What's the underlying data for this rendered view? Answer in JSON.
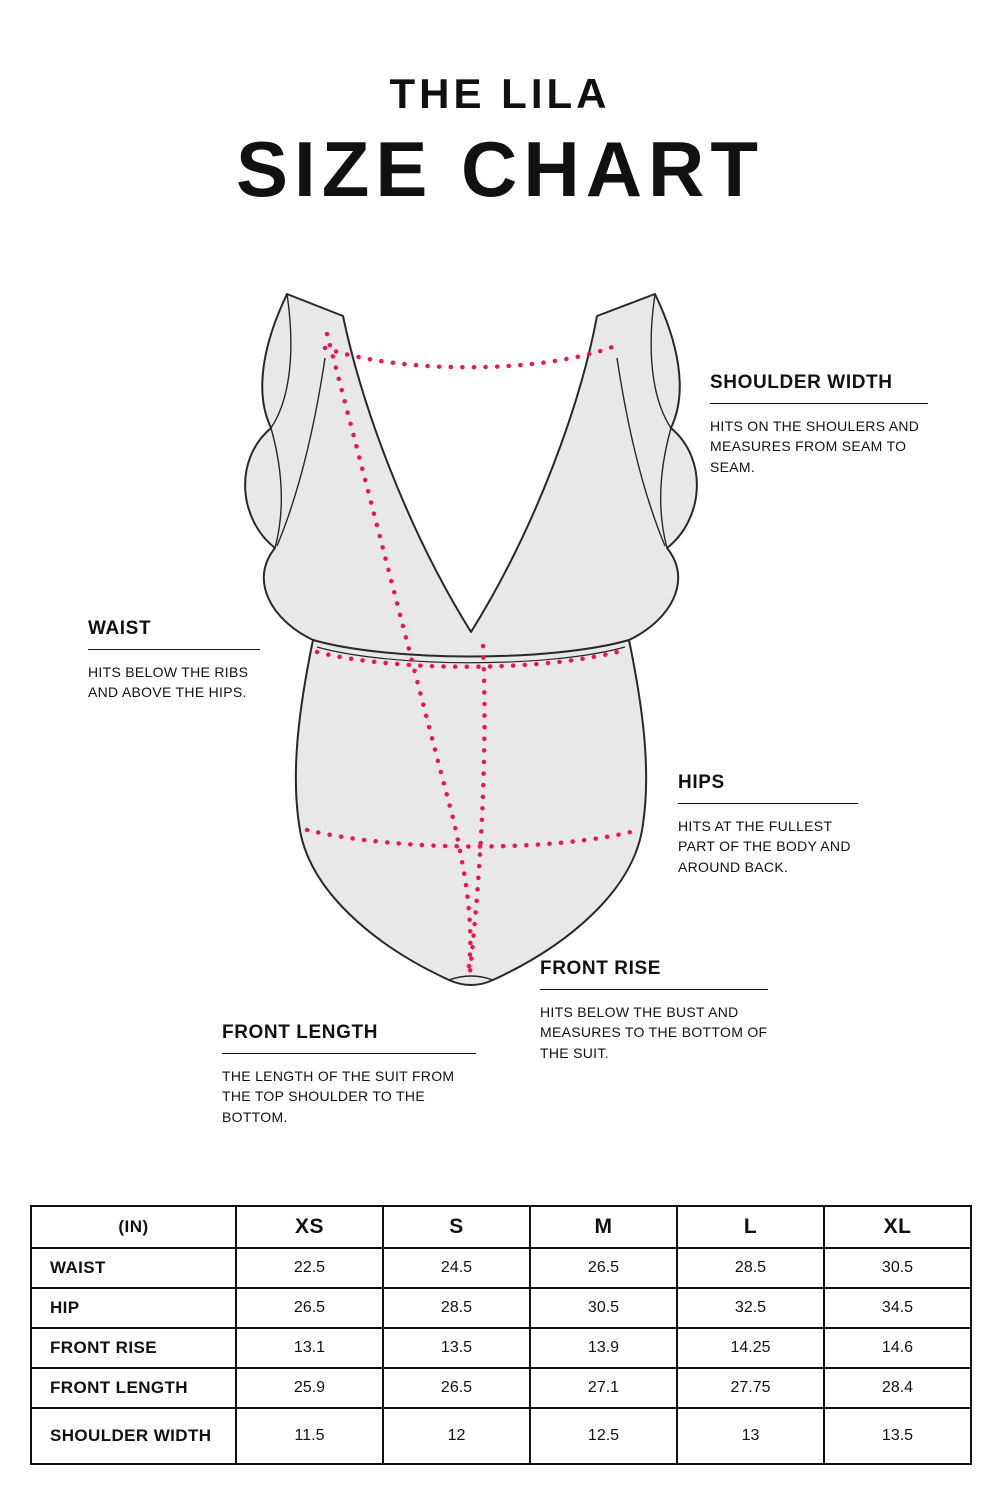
{
  "title": {
    "line1": "THE LILA",
    "line2": "SIZE CHART"
  },
  "annotations": {
    "shoulder_width": {
      "heading": "SHOULDER WIDTH",
      "desc": "HITS ON THE SHOULERS AND MEASURES FROM SEAM TO SEAM."
    },
    "waist": {
      "heading": "WAIST",
      "desc": "HITS BELOW THE RIBS AND ABOVE THE HIPS."
    },
    "hips": {
      "heading": "HIPS",
      "desc": "HITS AT THE FULLEST PART OF THE BODY AND AROUND BACK."
    },
    "front_rise": {
      "heading": "FRONT RISE",
      "desc": "HITS BELOW THE BUST AND MEASURES TO THE BOTTOM OF THE SUIT."
    },
    "front_length": {
      "heading": "FRONT LENGTH",
      "desc": "THE LENGTH OF THE SUIT FROM THE TOP SHOULDER TO THE BOTTOM."
    }
  },
  "colors": {
    "accent_red": "#ED1651",
    "suit_fill": "#E8E8E8",
    "outline": "#29272A",
    "text": "#111111"
  },
  "chart_data": {
    "type": "table",
    "unit_label": "(IN)",
    "columns": [
      "XS",
      "S",
      "M",
      "L",
      "XL"
    ],
    "rows": [
      {
        "label": "WAIST",
        "values": [
          "22.5",
          "24.5",
          "26.5",
          "28.5",
          "30.5"
        ]
      },
      {
        "label": "HIP",
        "values": [
          "26.5",
          "28.5",
          "30.5",
          "32.5",
          "34.5"
        ]
      },
      {
        "label": "FRONT RISE",
        "values": [
          "13.1",
          "13.5",
          "13.9",
          "14.25",
          "14.6"
        ]
      },
      {
        "label": "FRONT LENGTH",
        "values": [
          "25.9",
          "26.5",
          "27.1",
          "27.75",
          "28.4"
        ]
      },
      {
        "label": "SHOULDER WIDTH",
        "values": [
          "11.5",
          "12",
          "12.5",
          "13",
          "13.5"
        ]
      }
    ]
  }
}
